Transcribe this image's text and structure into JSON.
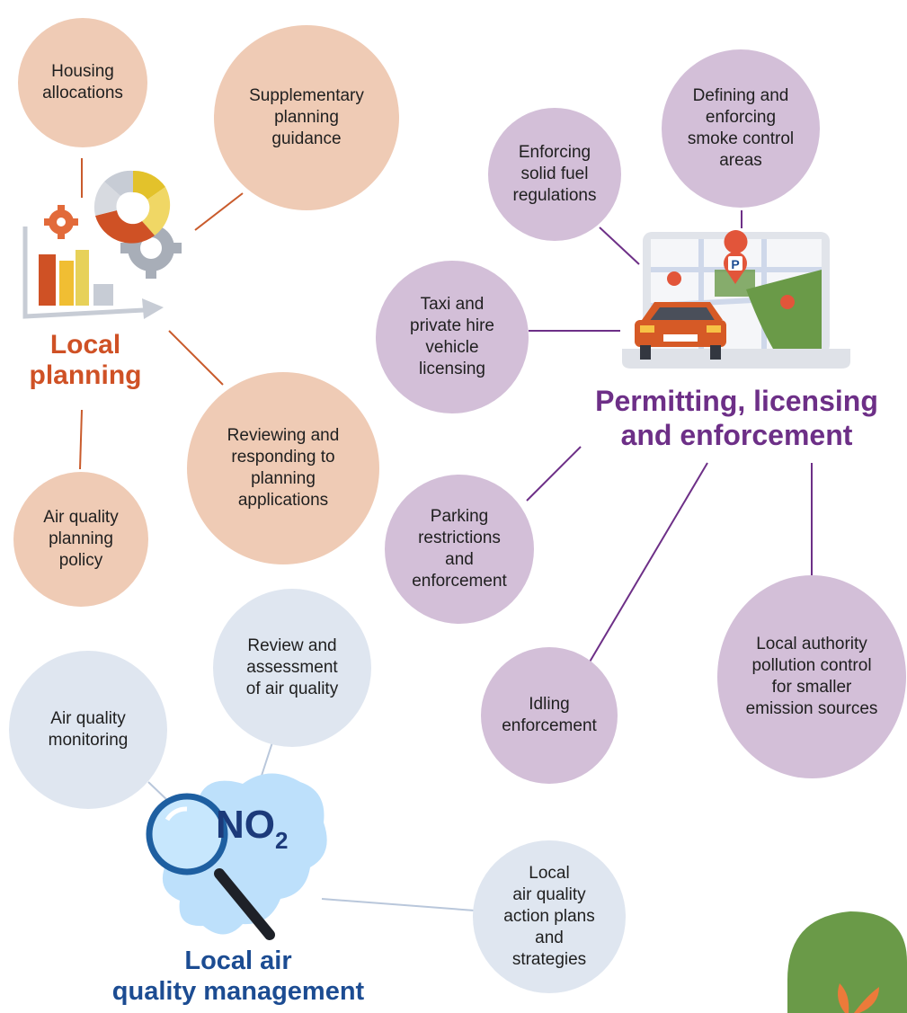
{
  "colors": {
    "planning_bubble": "#efcbb5",
    "planning_heading": "#cf5125",
    "permitting_bubble": "#d3bfd8",
    "permitting_heading": "#6d2f87",
    "aqm_bubble": "#dfe6f0",
    "aqm_heading": "#1c4c92",
    "leaf_green": "#6a9a48"
  },
  "groups": {
    "local_planning": {
      "heading": "Local\nplanning",
      "icon": "planning-chart-gears-icon",
      "items": [
        "Housing\nallocations",
        "Supplementary\nplanning\nguidance",
        "Reviewing and\nresponding to\nplanning\napplications",
        "Air quality\nplanning\npolicy"
      ]
    },
    "permitting": {
      "heading": "Permitting, licensing\nand enforcement",
      "icon": "laptop-map-car-icon",
      "items": [
        "Defining and\nenforcing\nsmoke control\nareas",
        "Enforcing\nsolid fuel\nregulations",
        "Taxi and\nprivate hire\nvehicle\nlicensing",
        "Parking\nrestrictions\nand\nenforcement",
        "Idling\nenforcement",
        "Local authority\npollution control\nfor smaller\nemission sources"
      ]
    },
    "aqm": {
      "heading": "Local air\nquality management",
      "icon": "magnifier-no2-icon",
      "icon_label": "NO",
      "icon_subscript": "2",
      "items": [
        "Air quality\nmonitoring",
        "Review and\nassessment\nof air quality",
        "Local\nair quality\naction plans\nand\nstrategies"
      ]
    }
  }
}
